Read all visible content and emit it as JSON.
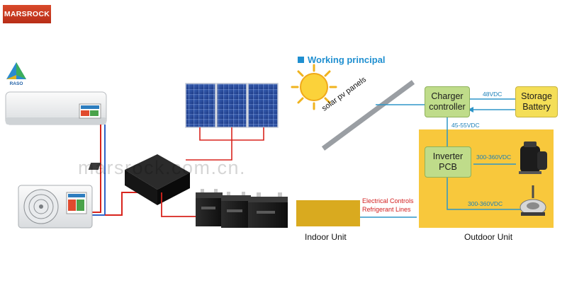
{
  "brand": {
    "logo_text": "MARSROCK",
    "badge_text": "RASO"
  },
  "watermark": "marsrock.com.cn.",
  "diagram": {
    "title": "Working principal",
    "panel_label": "solar pv panels",
    "charger_label": [
      "Charger",
      "controller"
    ],
    "storage_label": [
      "Storage",
      "Battery"
    ],
    "inverter_label": [
      "Inverter",
      "PCB"
    ],
    "v_charger_storage": "48VDC",
    "v_charger_inverter": "45-55VDC",
    "v_inverter_compressor": "300-360VDC",
    "v_inverter_fan": "300-360VDC",
    "line_labels": [
      "Electrical Controls",
      "Refrigerant Lines"
    ],
    "indoor_unit_label": "Indoor Unit",
    "outdoor_unit_label": "Outdoor Unit"
  },
  "colors": {
    "brand_red": "#c8341b",
    "title_blue": "#1f8fd0",
    "line_blue": "#2e95c8",
    "wire_red": "#d8241d",
    "box_green": "#bfdc8a",
    "box_yellow": "#f4de57",
    "outdoor_yellow": "#f8c83c",
    "indoor_gold": "#d9aa1f"
  }
}
